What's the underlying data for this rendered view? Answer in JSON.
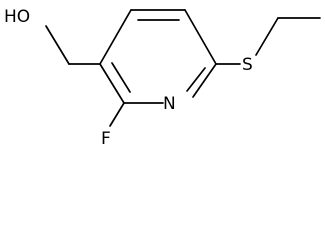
{
  "molecule": {
    "atoms": {
      "hydroxyl": "HO",
      "ring_nitrogen": "N",
      "fluorine": "F",
      "sulfur": "S"
    }
  }
}
